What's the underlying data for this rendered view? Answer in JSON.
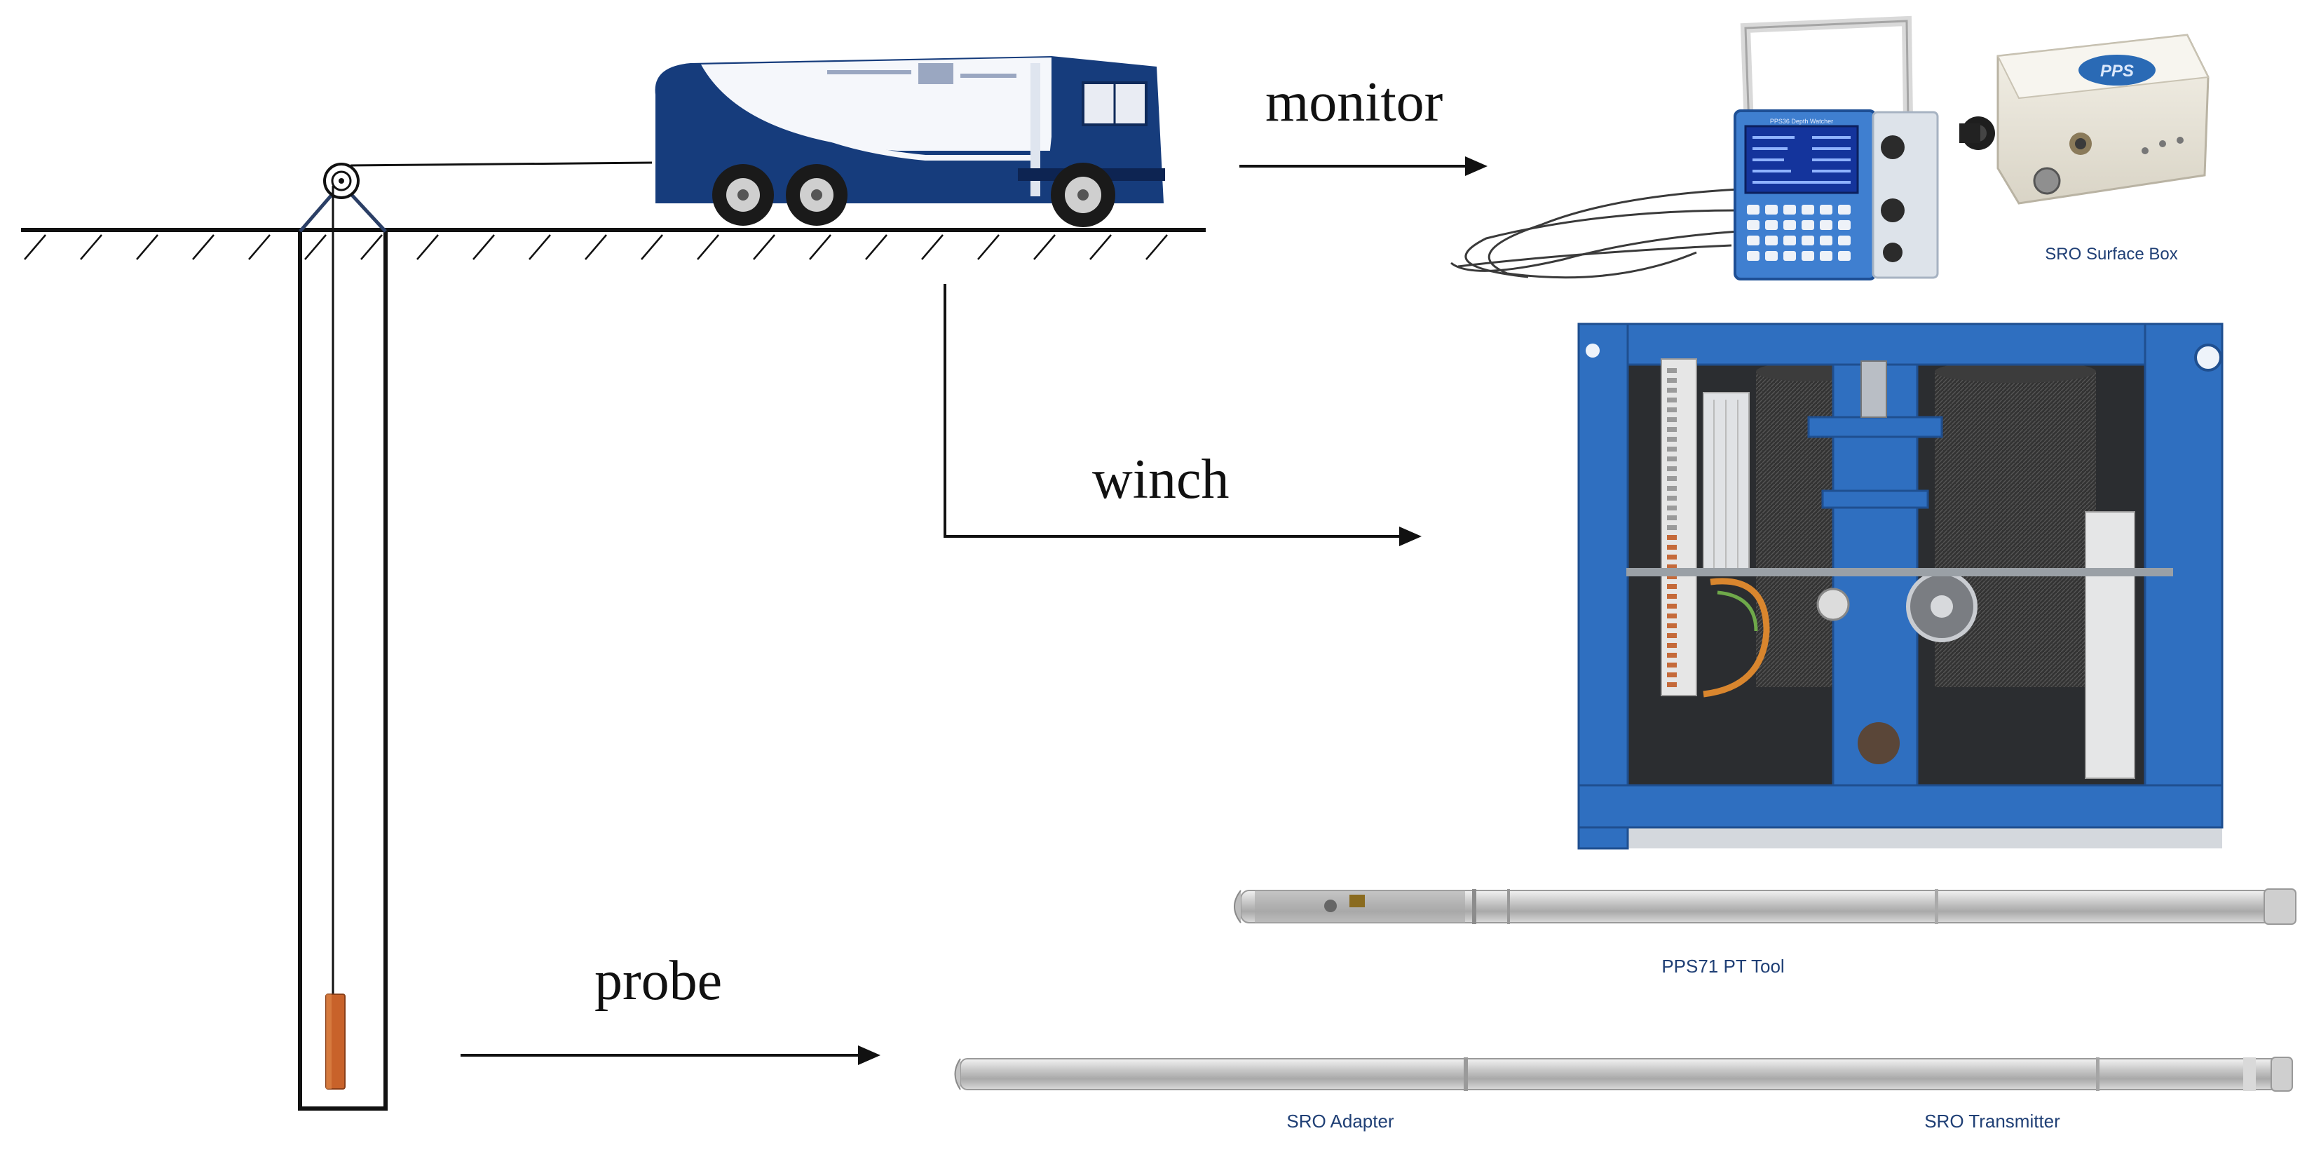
{
  "labels": {
    "monitor": "monitor",
    "winch": "winch",
    "probe": "probe"
  },
  "captions": {
    "surface_box": "SRO Surface Box",
    "pt_tool": "PPS71 PT Tool",
    "adapter": "SRO Adapter",
    "transmitter": "SRO Transmitter"
  },
  "device_text": {
    "depth_watcher_title": "PPS36 Depth Watcher",
    "box_logo": "PPS"
  },
  "colors": {
    "line": "#111111",
    "truck_blue": "#163c7c",
    "winch_blue": "#2f6fc0",
    "probe_orange": "#c8622a",
    "caption_blue": "#1f3f75"
  }
}
